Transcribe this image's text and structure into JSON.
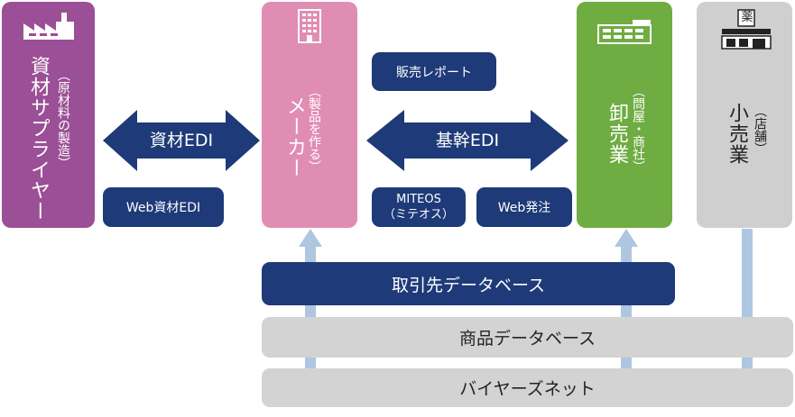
{
  "columns": {
    "supplier": {
      "title": "資材サプライヤー",
      "sub": "（原材料の製造）",
      "color": "#9b4f96"
    },
    "maker": {
      "title": "メーカー",
      "sub": "（製品を作る）",
      "color": "#e08db4"
    },
    "wholesale": {
      "title": "卸売業",
      "sub": "（問屋・商社）",
      "color": "#6fac42"
    },
    "retail": {
      "title": "小売業",
      "sub": "（店舗）",
      "color": "#cfcfcf",
      "shop_sign": "薬"
    }
  },
  "arrows": {
    "material_edi": "資材EDI",
    "core_edi": "基幹EDI"
  },
  "boxes": {
    "web_material_edi": "Web資材EDI",
    "sales_report": "販売レポート",
    "miteos_1": "MITEOS",
    "miteos_2": "（ミテオス）",
    "web_order": "Web発注"
  },
  "databases": {
    "partner_db": "取引先データベース",
    "product_db": "商品データベース",
    "buyers_net": "バイヤーズネット"
  },
  "colors": {
    "navy": "#1e3a78",
    "light_gray": "#d3d3d3",
    "stem": "#aec6e0"
  }
}
